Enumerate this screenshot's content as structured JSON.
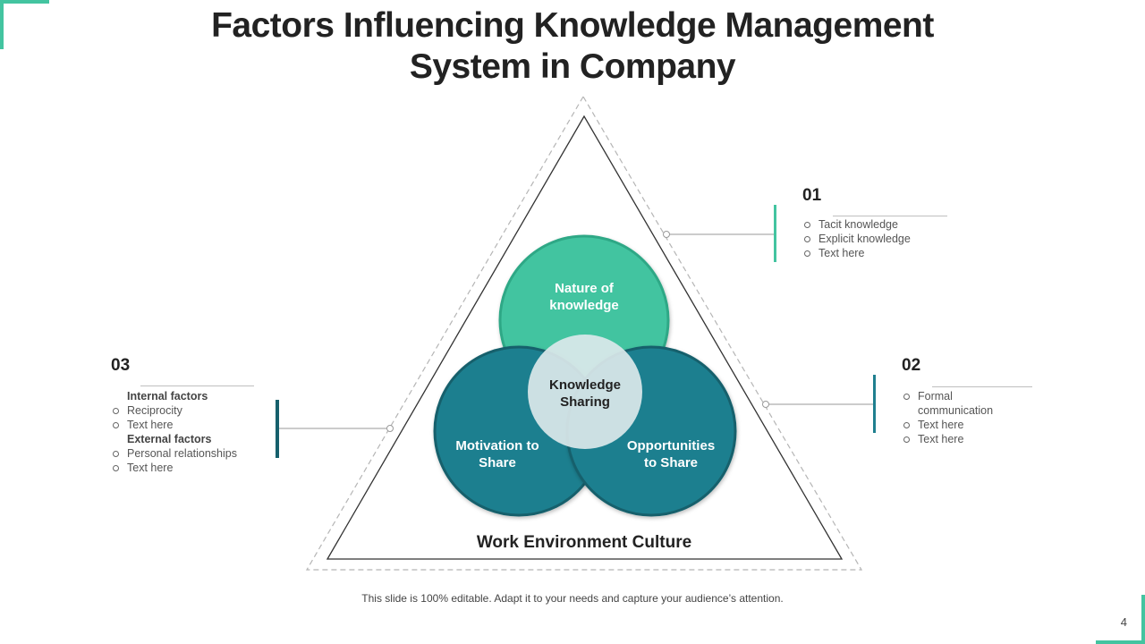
{
  "title": {
    "line1": "Factors Influencing Knowledge Management",
    "line2": "System in Company"
  },
  "colors": {
    "accent_green": "#43c4a0",
    "teal": "#1f7f8f",
    "teal_dark": "#16606c",
    "center_circle": "#dbe8ea"
  },
  "diagram": {
    "base_label": "Work Environment Culture",
    "circles": {
      "top": "Nature of knowledge",
      "left": "Motivation to Share",
      "right": "Opportunities to Share",
      "center": "Knowledge Sharing"
    }
  },
  "panels": {
    "p01": {
      "number": "01",
      "items": [
        "Tacit knowledge",
        "Explicit knowledge",
        "Text here"
      ]
    },
    "p02": {
      "number": "02",
      "items": [
        "Formal communication",
        "Text here",
        "Text here"
      ]
    },
    "p03": {
      "number": "03",
      "group1_header": "Internal factors",
      "group1_items": [
        "Reciprocity",
        "Text here"
      ],
      "group2_header": "External factors",
      "group2_items": [
        "Personal relationships",
        "Text here"
      ]
    }
  },
  "footer": "This slide is 100% editable. Adapt it to your needs and capture your audience’s attention.",
  "page_number": "4"
}
